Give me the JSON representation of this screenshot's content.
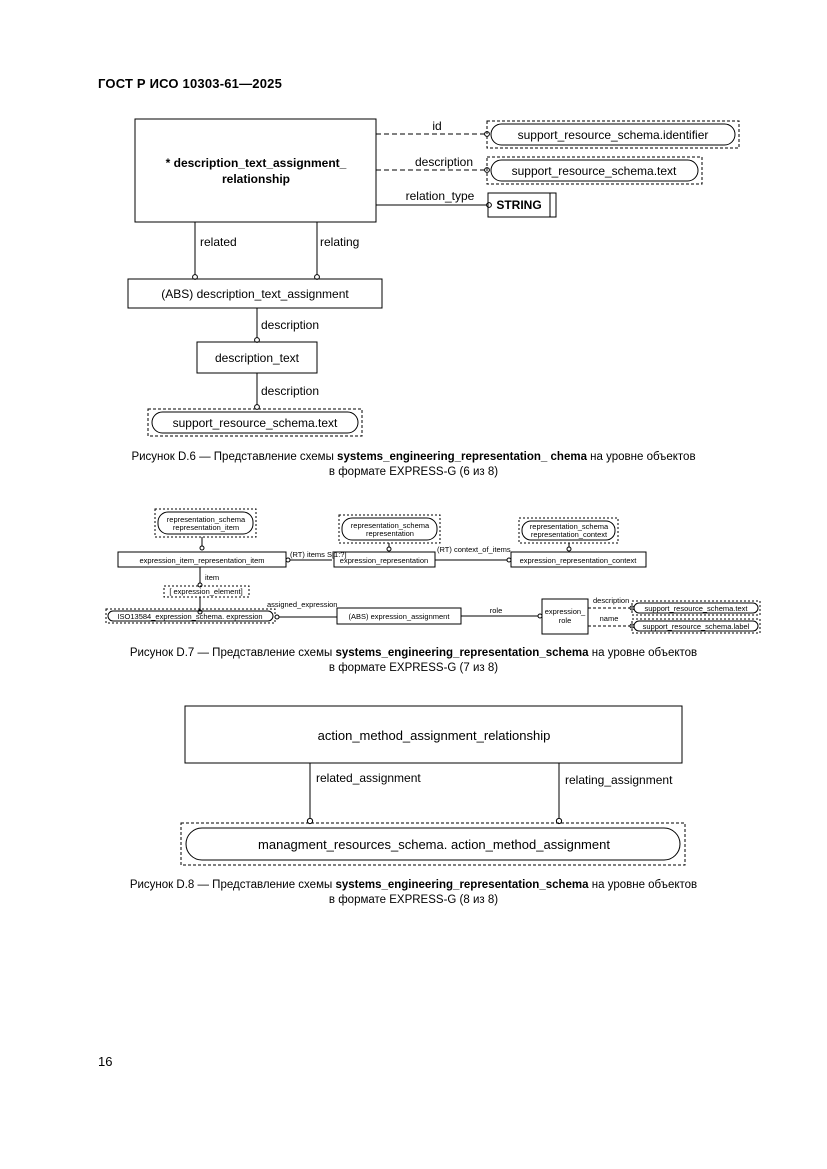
{
  "header": {
    "doc_id": "ГОСТ Р ИСО 10303-61—2025"
  },
  "page_number": "16",
  "fig6": {
    "main_entity_line1": "* description_text_assignment_",
    "main_entity_line2": "relationship",
    "attr_id": "id",
    "attr_description": "description",
    "attr_relation_type": "relation_type",
    "ref_identifier": "support_resource_schema.identifier",
    "ref_text": "support_resource_schema.text",
    "type_string": "STRING",
    "attr_related": "related",
    "attr_relating": "relating",
    "abs_entity": "(ABS) description_text_assignment",
    "attr_description_2": "description",
    "entity_description_text": "description_text",
    "attr_description_3": "description",
    "ref_text_bottom": "support_resource_schema.text",
    "caption_pre": "Рисунок D.6 — Представление схемы ",
    "caption_bold": "systems_engineering_representation_ chema",
    "caption_post": " на уровне объектов",
    "caption_line2": "в  формате EXPRESS-G (6 из 8)"
  },
  "fig7": {
    "ref_rep_item_l1": "representation_schema",
    "ref_rep_item_l2": "representation_item",
    "ref_rep_l1": "representation_schema",
    "ref_rep_l2": "representation",
    "ref_rep_ctx_l1": "representation_schema",
    "ref_rep_ctx_l2": "representation_context",
    "entity_expr_item_rep_item": "expression_item_representation_item",
    "attr_items": "(RT) items S[1:?]",
    "entity_expr_rep": "expression_representation",
    "attr_context": "(RT) context_of_items",
    "entity_expr_rep_ctx": "expression_representation_context",
    "attr_item": "item",
    "select_expr_element": "[ expression_element]",
    "ref_iso_expression": "ISO13584_expression_schema. expression",
    "attr_assigned_expression": "assigned_expression",
    "abs_expr_assignment": "(ABS) expression_assignment",
    "attr_role": "role",
    "entity_expr_role_l1": "expression_",
    "entity_expr_role_l2": "role",
    "attr_description": "description",
    "attr_name": "name",
    "ref_text": "support_resource_schema.text",
    "ref_label": "support_resource_schema.label",
    "caption_pre": "Рисунок D.7 — Представление схемы ",
    "caption_bold": "systems_engineering_representation_schema",
    "caption_post": " на уровне объектов",
    "caption_line2": "в  формате EXPRESS-G (7 из 8)"
  },
  "fig8": {
    "main_entity": "action_method_assignment_relationship",
    "attr_related": "related_assignment",
    "attr_relating": "relating_assignment",
    "ref_entity": "managment_resources_schema. action_method_assignment",
    "caption_pre": "Рисунок D.8 — Представление схемы ",
    "caption_bold": "systems_engineering_representation_schema",
    "caption_post": " на уровне объектов",
    "caption_line2": "в  формате EXPRESS-G (8 из 8)"
  }
}
